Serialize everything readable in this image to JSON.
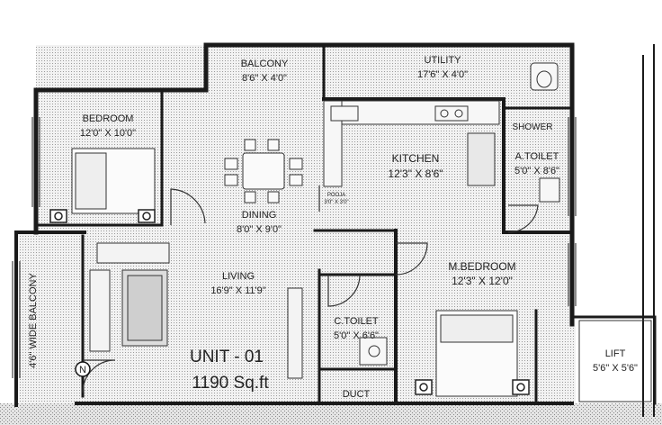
{
  "rooms": {
    "balcony": {
      "name": "BALCONY",
      "size": "8'6\" X 4'0\""
    },
    "utility": {
      "name": "UTILITY",
      "size": "17'6\" X 4'0\""
    },
    "bedroom": {
      "name": "BEDROOM",
      "size": "12'0\" X 10'0\""
    },
    "kitchen": {
      "name": "KITCHEN",
      "size": "12'3\" X 8'6\""
    },
    "shower": {
      "name": "SHOWER"
    },
    "a_toilet": {
      "name": "A.TOILET",
      "size": "5'0\" X 8'6\""
    },
    "dining": {
      "name": "DINING",
      "size": "8'0\" X 9'0\""
    },
    "pooja": {
      "name": "POOJA",
      "size": "3'0\" X 3'0\""
    },
    "living": {
      "name": "LIVING",
      "size": "16'9\" X 11'9\""
    },
    "m_bedroom": {
      "name": "M.BEDROOM",
      "size": "12'3\" X 12'0\""
    },
    "c_toilet": {
      "name": "C.TOILET",
      "size": "5'0\" X 6'6\""
    },
    "duct": {
      "name": "DUCT"
    },
    "lift": {
      "name": "LIFT",
      "size": "5'6\" X 5'6\""
    },
    "wide_balcony": {
      "name": "4'6\" WIDE BALCONY"
    }
  },
  "unit": {
    "name": "UNIT - 01",
    "area": "1190 Sq.ft"
  },
  "north": "N",
  "colors": {
    "wall": "#1a1a1a",
    "floor": "#e9e9e9",
    "line": "#333333"
  }
}
